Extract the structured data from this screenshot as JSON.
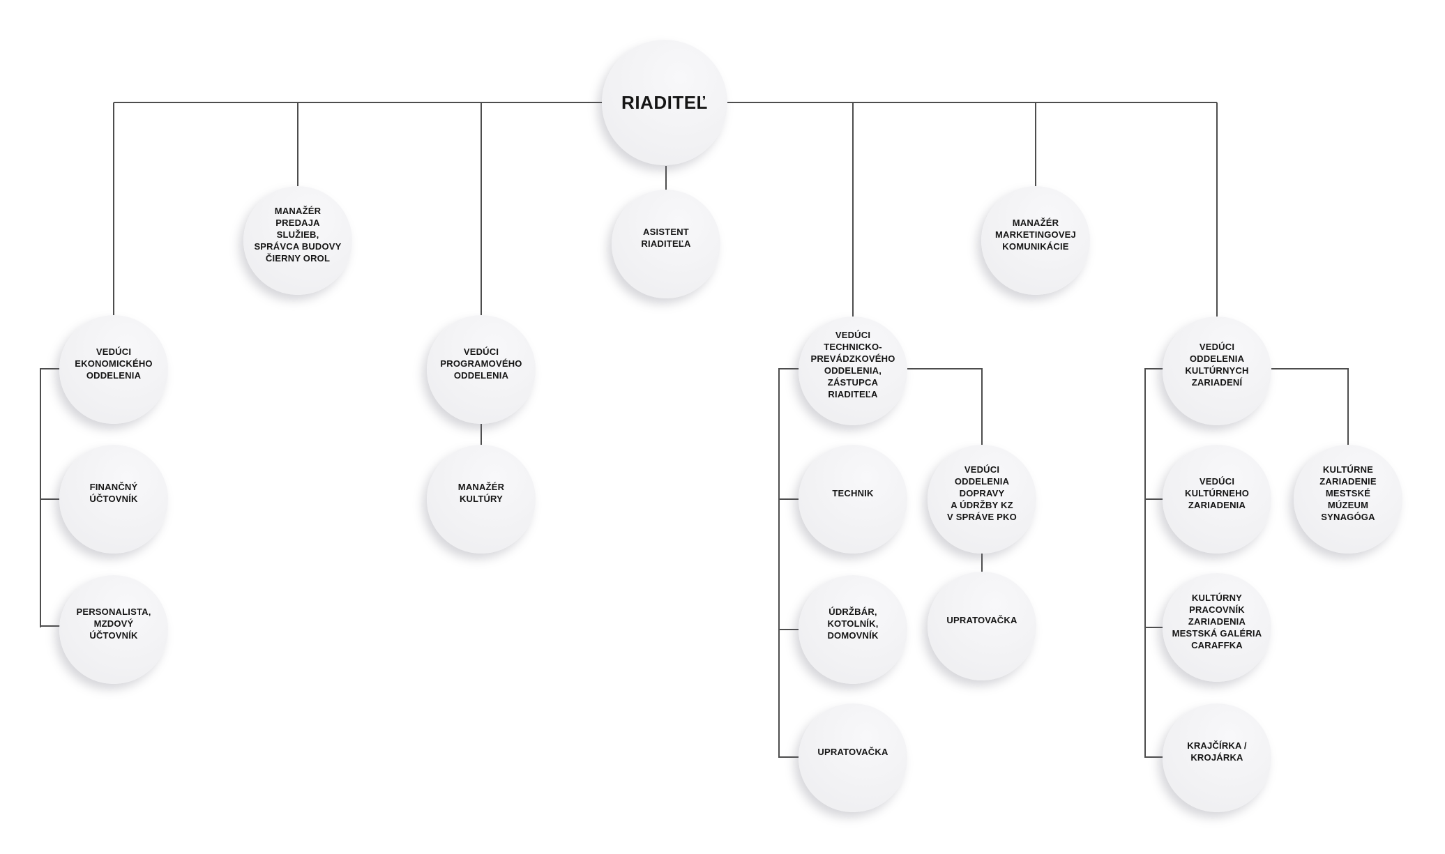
{
  "diagram": {
    "type": "org-chart",
    "language": "sk",
    "colors": {
      "background": "#ffffff",
      "node_fill": "#f2f2f4",
      "node_text": "#151515",
      "connector": "#4d4d4d"
    }
  },
  "nodes": [
    {
      "id": "riaditel",
      "label": "RIADITEĽ",
      "reports_to": null
    },
    {
      "id": "asistent-riaditela",
      "label": "ASISTENT\nRIADITEĽA",
      "reports_to": "riaditel"
    },
    {
      "id": "manazer-predaja",
      "label": "MANAŽÉR\nPREDAJA\nSLUŽIEB,\nSPRÁVCA BUDOVY\nČIERNY OROL",
      "reports_to": "riaditel"
    },
    {
      "id": "manazer-marketingovej-komunikacie",
      "label": "MANAŽÉR\nMARKETINGOVEJ\nKOMUNIKÁCIE",
      "reports_to": "riaditel"
    },
    {
      "id": "veduci-ekonomickeho-oddelenia",
      "label": "VEDÚCI\nEKONOMICKÉHO\nODDELENIA",
      "reports_to": "riaditel"
    },
    {
      "id": "financny-uctovnik",
      "label": "FINANČNÝ\nÚČTOVNÍK",
      "reports_to": "veduci-ekonomickeho-oddelenia"
    },
    {
      "id": "personalista-mzdovy-uctovnik",
      "label": "PERSONALISTA,\nMZDOVÝ\nÚČTOVNÍK",
      "reports_to": "veduci-ekonomickeho-oddelenia"
    },
    {
      "id": "veduci-programoveho-oddelenia",
      "label": "VEDÚCI\nPROGRAMOVÉHO\nODDELENIA",
      "reports_to": "riaditel"
    },
    {
      "id": "manazer-kultury",
      "label": "MANAŽÉR\nKULTÚRY",
      "reports_to": "veduci-programoveho-oddelenia"
    },
    {
      "id": "veduci-technicko-prevadzkoveho",
      "label": "VEDÚCI\nTECHNICKO-\nPREVÁDZKOVÉHO\nODDELENIA,\nZÁSTUPCA\nRIADITEĽA",
      "reports_to": "riaditel"
    },
    {
      "id": "technik",
      "label": "TECHNIK",
      "reports_to": "veduci-technicko-prevadzkoveho"
    },
    {
      "id": "udrzbar-kotolnik-domovnik",
      "label": "ÚDRŽBÁR,\nKOTOLNÍK,\nDOMOVNÍK",
      "reports_to": "veduci-technicko-prevadzkoveho"
    },
    {
      "id": "upratovacka-technicke",
      "label": "UPRATOVAČKA",
      "reports_to": "veduci-technicko-prevadzkoveho"
    },
    {
      "id": "veduci-oddelenia-dopravy",
      "label": "VEDÚCI\nODDELENIA\nDOPRAVY\nA ÚDRŽBY KZ\nV SPRÁVE PKO",
      "reports_to": "veduci-technicko-prevadzkoveho"
    },
    {
      "id": "upratovacka-dopravy",
      "label": "UPRATOVAČKA",
      "reports_to": "veduci-oddelenia-dopravy"
    },
    {
      "id": "veduci-oddelenia-kulturnych-zariadeni",
      "label": "VEDÚCI\nODDELENIA\nKULTÚRNYCH\nZARIADENÍ",
      "reports_to": "riaditel"
    },
    {
      "id": "veduci-kulturneho-zariadenia",
      "label": "VEDÚCI\nKULTÚRNEHO\nZARIADENIA",
      "reports_to": "veduci-oddelenia-kulturnych-zariadeni"
    },
    {
      "id": "kulturne-zariadenie-synagoga",
      "label": "KULTÚRNE\nZARIADENIE\nMESTSKÉ\nMÚZEUM\nSYNAGÓGA",
      "reports_to": "veduci-oddelenia-kulturnych-zariadeni"
    },
    {
      "id": "kulturny-pracovnik-caraffka",
      "label": "KULTÚRNY\nPRACOVNÍK\nZARIADENIA\nMESTSKÁ GALÉRIA\nCARAFFKA",
      "reports_to": "veduci-oddelenia-kulturnych-zariadeni"
    },
    {
      "id": "krajcirka-krojarka",
      "label": "KRAJČÍRKA /\nKROJÁRKA",
      "reports_to": "veduci-oddelenia-kulturnych-zariadeni"
    }
  ]
}
